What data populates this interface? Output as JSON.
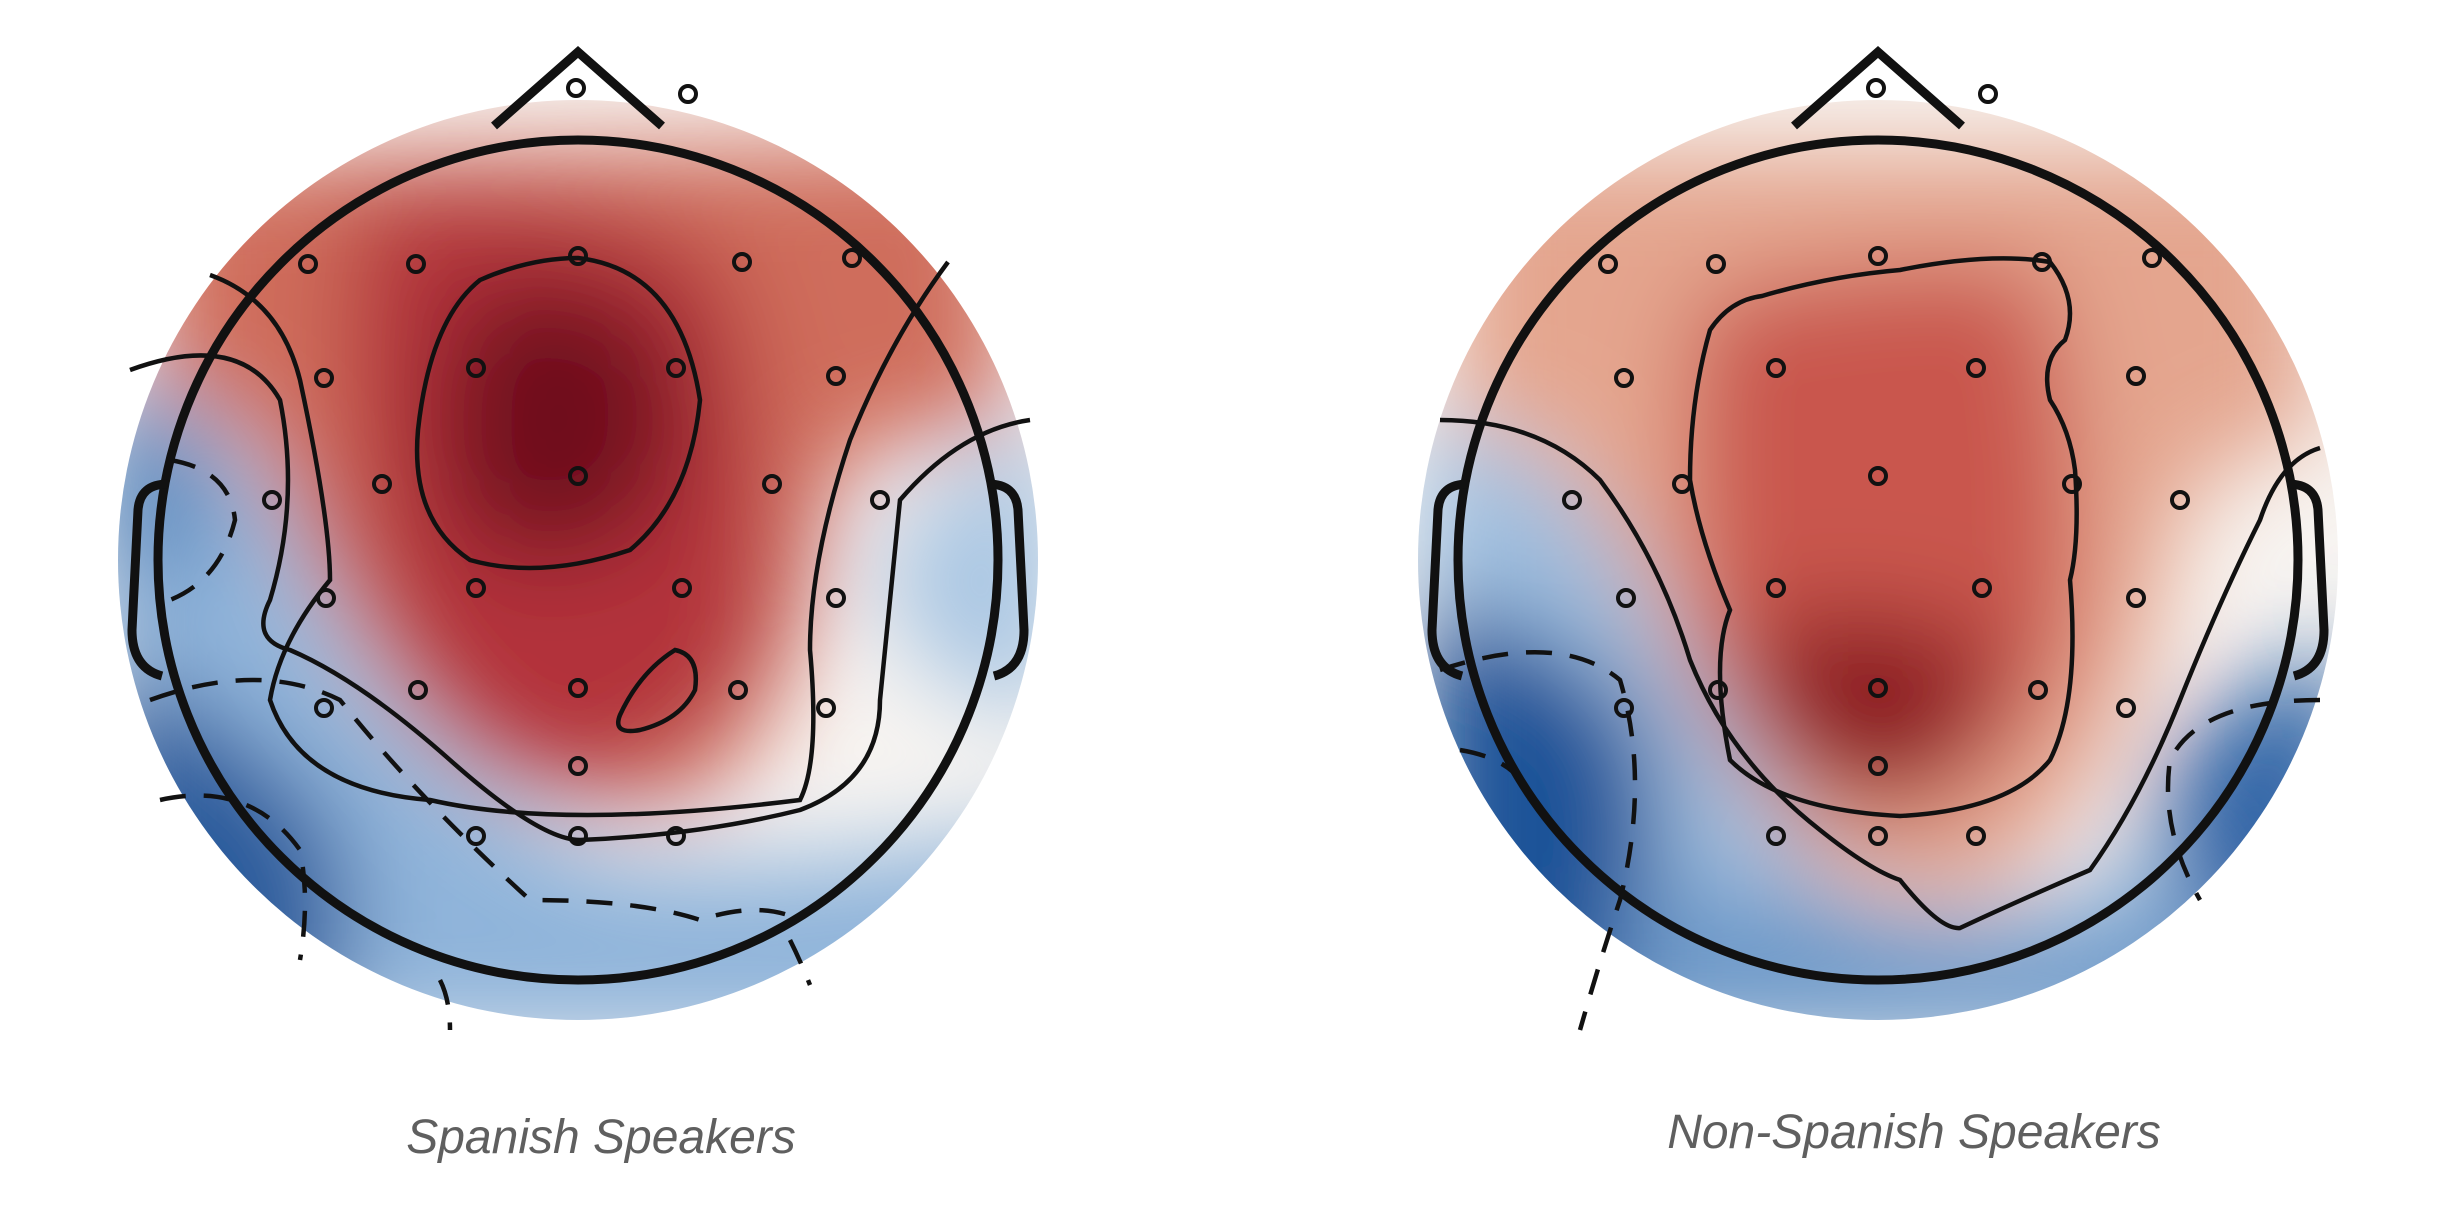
{
  "panels": [
    {
      "id": "spanish",
      "label": "Spanish Speakers",
      "blobs": [
        {
          "tone": "red-max"
        },
        {
          "tone": "red"
        },
        {
          "tone": "blue-strong"
        },
        {
          "tone": "blue"
        }
      ]
    },
    {
      "id": "non-spanish",
      "label": "Non-Spanish Speakers",
      "blobs": [
        {
          "tone": "red-max"
        },
        {
          "tone": "red"
        },
        {
          "tone": "blue-strong"
        },
        {
          "tone": "blue"
        }
      ]
    }
  ],
  "colors": {
    "red_max": "#6f0f1b",
    "red": "#b2323a",
    "red_light": "#e39a83",
    "neutral": "#f7f4f1",
    "blue": "#6d9ccb",
    "blue_strong": "#1e4f92",
    "outline": "#111111"
  },
  "icons": [
    "head-outline",
    "nose-icon",
    "ear-icon",
    "electrode-icon"
  ]
}
